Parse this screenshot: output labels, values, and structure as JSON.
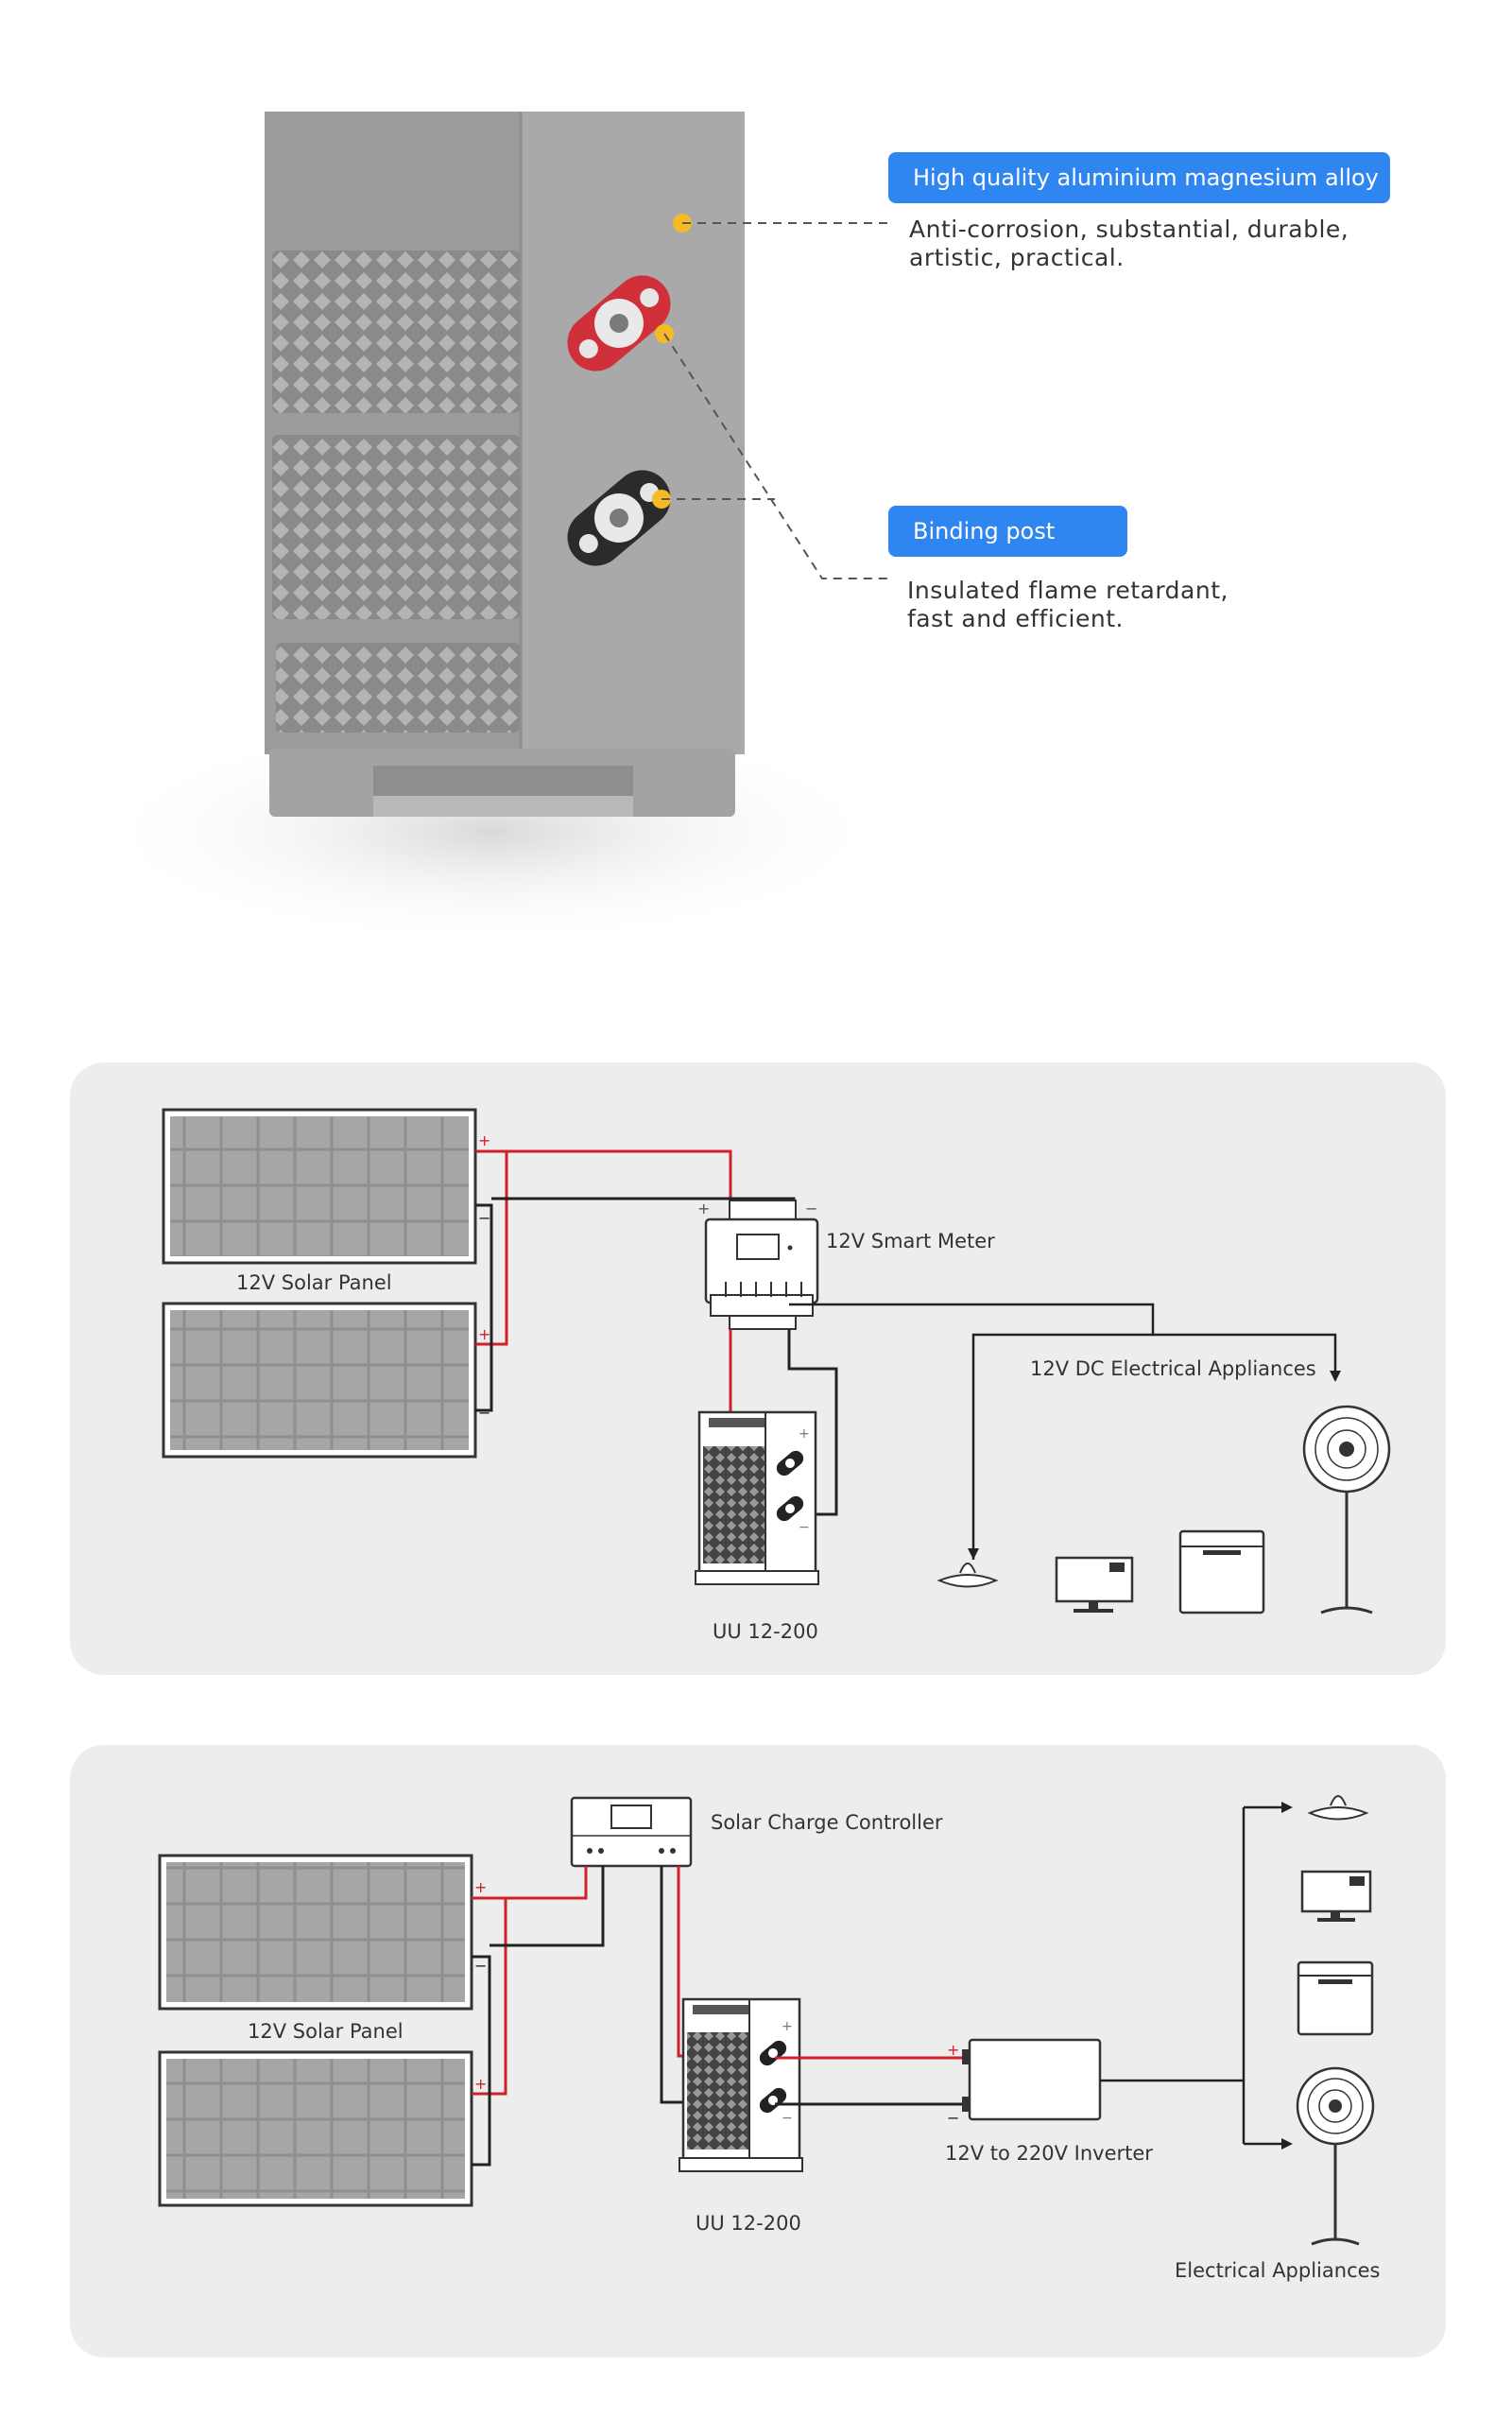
{
  "features": [
    {
      "title": "High quality aluminium magnesium alloy",
      "desc_line1": "Anti-corrosion, substantial, durable,",
      "desc_line2": "artistic, practical."
    },
    {
      "title": "Binding post",
      "desc_line1": "Insulated flame retardant,",
      "desc_line2": "fast and efficient."
    }
  ],
  "diagram1": {
    "solar_panel": "12V Solar Panel",
    "smart_meter": "12V Smart Meter",
    "dc_appliances": "12V DC Electrical Appliances",
    "battery": "UU 12-200"
  },
  "diagram2": {
    "charge_controller": "Solar Charge Controller",
    "solar_panel": "12V Solar Panel",
    "inverter": "12V to 220V Inverter",
    "battery": "UU 12-200",
    "appliances": "Electrical Appliances"
  },
  "colors": {
    "accent": "#2f86f0",
    "wire_red": "#d0202c",
    "wire_black": "#222222",
    "panel_bg": "#ededed"
  },
  "icons": [
    "lamp-icon",
    "monitor-icon",
    "fridge-icon",
    "fan-icon"
  ]
}
